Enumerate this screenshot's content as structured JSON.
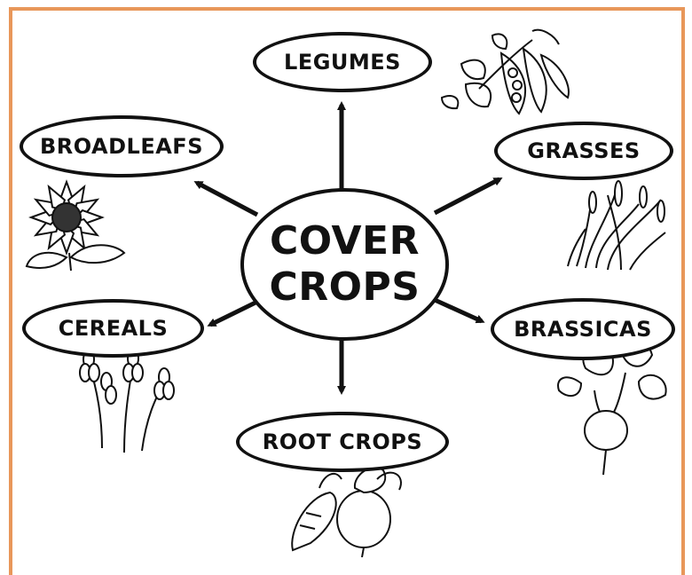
{
  "center": {
    "label": "COVER\nCROPS"
  },
  "categories": {
    "legumes": "LEGUMES",
    "broadleafs": "BROADLEAFS",
    "grasses": "GRASSES",
    "cereals": "CEREALS",
    "brassicas": "BRASSICAS",
    "root_crops": "ROOT CROPS"
  },
  "colors": {
    "frame": "#e8975a",
    "ink": "#111111"
  },
  "icons": [
    "pea-pod-icon",
    "sunflower-icon",
    "grass-icon",
    "wheat-icon",
    "beet-icon",
    "root-vegetables-icon"
  ]
}
